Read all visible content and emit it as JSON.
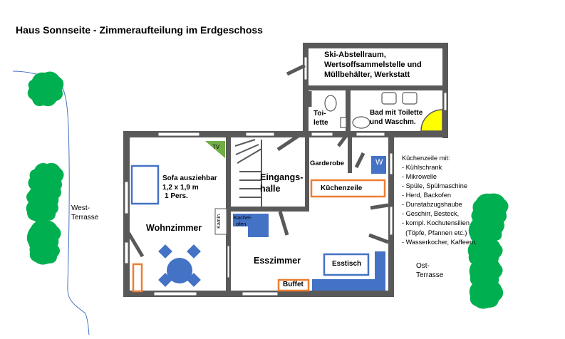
{
  "title": "Haus Sonnseite - Zimmeraufteilung im Erdgeschoss",
  "rooms": {
    "ski_room": [
      "Ski-Abstellraum,",
      "Wertsoffsammelstelle und",
      "Müllbehälter, Werkstatt"
    ],
    "toilet": [
      "Toi-",
      "lette"
    ],
    "bath": [
      "Bad mit Toilette",
      "und Waschm."
    ],
    "garderobe": "Garderobe",
    "entrance": [
      "Eingangs-",
      "halle"
    ],
    "living": "Wohnzimmer",
    "dining": "Esszimmer"
  },
  "furniture": {
    "sofa": [
      "Sofa ausziehbar",
      "1,2 x 1,9 m",
      "1 Pers."
    ],
    "tv": "TV",
    "kamin": "Kamin",
    "kachelofen": [
      "Kachel-",
      "ofen"
    ],
    "kuechenzeile": "Küchenzeile",
    "esstisch": "Esstisch",
    "buffet": "Buffet",
    "washer": "W"
  },
  "kitchen_list": {
    "heading": "Küchenzeile mit:",
    "items": [
      "- Kühlschrank",
      "- Mikrowelle",
      "- Spüle, Spülmaschine",
      "- Herd, Backofen",
      "- Dunstabzugshaube",
      "- Geschirr, Besteck,",
      "- kompl. Kochutensilien",
      "  (Töpfe, Pfannen etc.)",
      "- Wasserkocher, Kaffeem."
    ]
  },
  "terraces": {
    "west": [
      "West-",
      "Terrasse"
    ],
    "east": [
      "Ost-",
      "Terrasse"
    ]
  },
  "colors": {
    "wall": "#595959",
    "blue_outline": "#4472c4",
    "blue_fill": "#4472c4",
    "orange": "#ed7d31",
    "tree": "#00b050",
    "tv_green": "#70ad47",
    "sun": "#ffff00"
  }
}
